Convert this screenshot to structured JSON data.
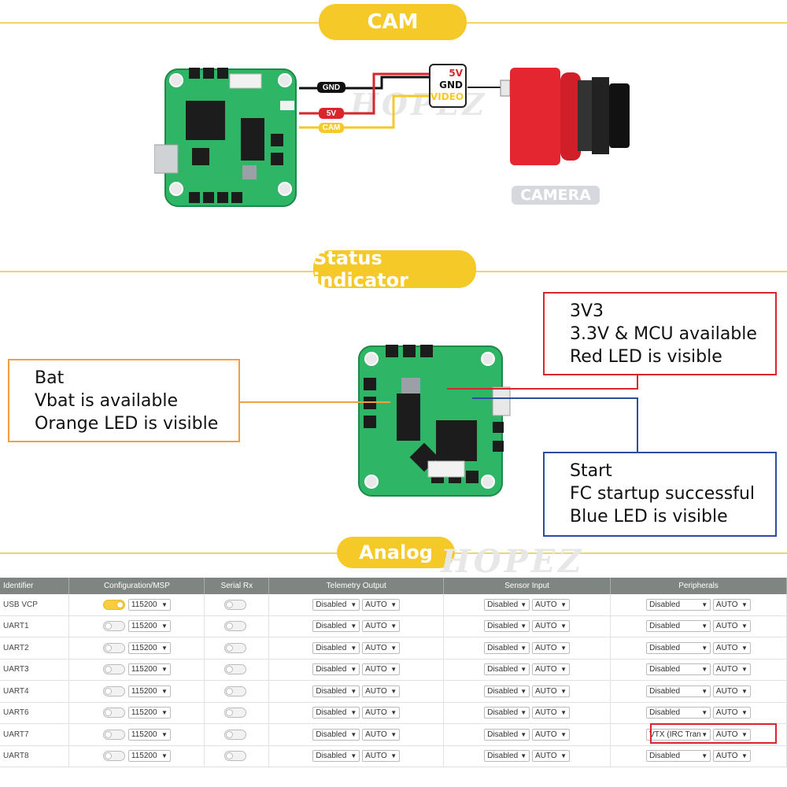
{
  "sections": {
    "cam": "CAM",
    "status": "Status indicator",
    "analog": "Analog"
  },
  "watermark": "HOPEZ",
  "cam_wiring": {
    "wires": [
      "GND",
      "5V",
      "CAM"
    ],
    "connector_pins": [
      "5V",
      "GND",
      "VIDEO"
    ],
    "camera_label": "CAMERA",
    "colors": {
      "gnd": "#111111",
      "5v": "#d9262c",
      "video": "#f5c928"
    }
  },
  "status_callouts": {
    "bat": {
      "lines": [
        "Bat",
        "Vbat is available",
        "Orange LED is visible"
      ],
      "color": "#f0a040"
    },
    "v3v3": {
      "lines": [
        "3V3",
        "3.3V & MCU available",
        "Red LED is visible"
      ],
      "color": "#d9262c"
    },
    "start": {
      "lines": [
        "Start",
        "FC startup successful",
        "Blue LED is visible"
      ],
      "color": "#2b4f9e"
    }
  },
  "ports_table": {
    "headers": [
      "Identifier",
      "Configuration/MSP",
      "Serial Rx",
      "Telemetry Output",
      "Sensor Input",
      "Peripherals"
    ],
    "rows": [
      {
        "id": "USB VCP",
        "msp_on": true,
        "baud": "115200",
        "serial_rx_on": false,
        "telemetry": "Disabled",
        "telemetry_baud": "AUTO",
        "sensor": "Disabled",
        "sensor_baud": "AUTO",
        "peripheral": "Disabled",
        "peripheral_baud": "AUTO"
      },
      {
        "id": "UART1",
        "msp_on": false,
        "baud": "115200",
        "serial_rx_on": false,
        "telemetry": "Disabled",
        "telemetry_baud": "AUTO",
        "sensor": "Disabled",
        "sensor_baud": "AUTO",
        "peripheral": "Disabled",
        "peripheral_baud": "AUTO"
      },
      {
        "id": "UART2",
        "msp_on": false,
        "baud": "115200",
        "serial_rx_on": false,
        "telemetry": "Disabled",
        "telemetry_baud": "AUTO",
        "sensor": "Disabled",
        "sensor_baud": "AUTO",
        "peripheral": "Disabled",
        "peripheral_baud": "AUTO"
      },
      {
        "id": "UART3",
        "msp_on": false,
        "baud": "115200",
        "serial_rx_on": false,
        "telemetry": "Disabled",
        "telemetry_baud": "AUTO",
        "sensor": "Disabled",
        "sensor_baud": "AUTO",
        "peripheral": "Disabled",
        "peripheral_baud": "AUTO"
      },
      {
        "id": "UART4",
        "msp_on": false,
        "baud": "115200",
        "serial_rx_on": false,
        "telemetry": "Disabled",
        "telemetry_baud": "AUTO",
        "sensor": "Disabled",
        "sensor_baud": "AUTO",
        "peripheral": "Disabled",
        "peripheral_baud": "AUTO"
      },
      {
        "id": "UART6",
        "msp_on": false,
        "baud": "115200",
        "serial_rx_on": false,
        "telemetry": "Disabled",
        "telemetry_baud": "AUTO",
        "sensor": "Disabled",
        "sensor_baud": "AUTO",
        "peripheral": "Disabled",
        "peripheral_baud": "AUTO"
      },
      {
        "id": "UART7",
        "msp_on": false,
        "baud": "115200",
        "serial_rx_on": false,
        "telemetry": "Disabled",
        "telemetry_baud": "AUTO",
        "sensor": "Disabled",
        "sensor_baud": "AUTO",
        "peripheral": "VTX (IRC Tran",
        "peripheral_baud": "AUTO"
      },
      {
        "id": "UART8",
        "msp_on": false,
        "baud": "115200",
        "serial_rx_on": false,
        "telemetry": "Disabled",
        "telemetry_baud": "AUTO",
        "sensor": "Disabled",
        "sensor_baud": "AUTO",
        "peripheral": "Disabled",
        "peripheral_baud": "AUTO"
      }
    ],
    "highlight_color": "#d9262c"
  }
}
